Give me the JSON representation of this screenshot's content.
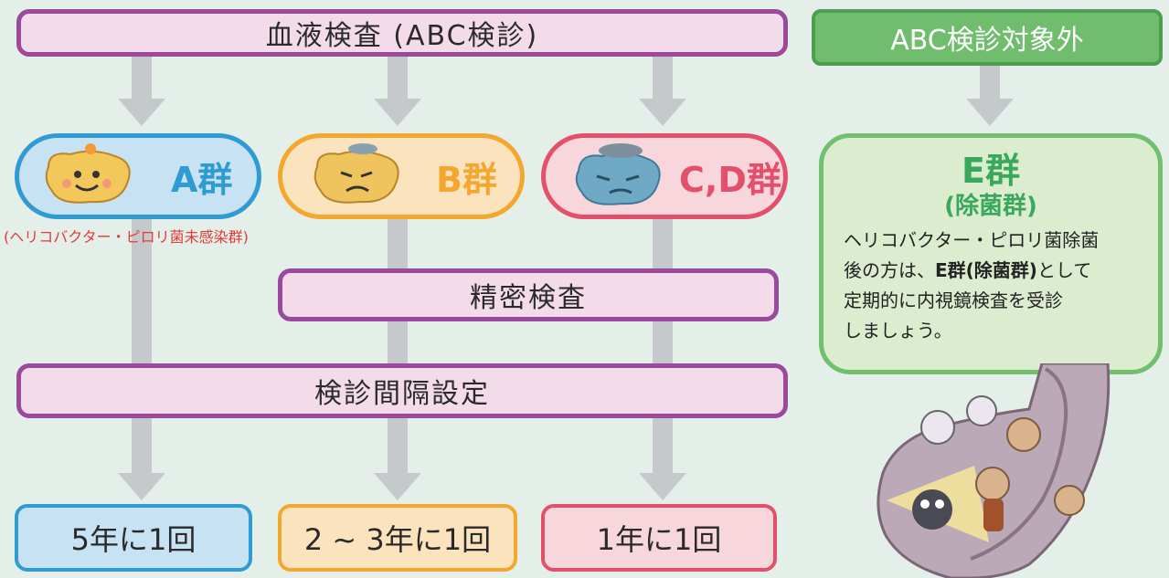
{
  "top_bar": {
    "label": "血液検査 (ABC検診)"
  },
  "groups": [
    {
      "label": "A群",
      "note": "(ヘリコバクター・ピロリ菌未感染群)",
      "color": "#2f9bd3"
    },
    {
      "label": "B群",
      "color": "#f3a72f"
    },
    {
      "label": "C,D群",
      "color": "#e4506b"
    }
  ],
  "precise_exam": {
    "label": "精密検査"
  },
  "interval_setting": {
    "label": "検診間隔設定"
  },
  "results": [
    {
      "label": "5年に1回"
    },
    {
      "label": "2 ~ 3年に1回"
    },
    {
      "label": "1年に1回"
    }
  ],
  "excluded": {
    "tab": "ABC検診対象外",
    "group_title": "E群",
    "group_subtitle": "(除菌群)",
    "desc_line1": "ヘリコバクター・ピロリ菌除菌",
    "desc_line2_a": "後の方は、",
    "desc_line2_bold": "E群(除菌群)",
    "desc_line2_b": "として",
    "desc_line3": "定期的に内視鏡検査を受診",
    "desc_line4": "しましょう。"
  },
  "colors": {
    "purple_border": "#9a4a9d",
    "pink_fill": "#f3dbe9",
    "blue": "#2f9bd3",
    "orange": "#f3a72f",
    "red": "#e4506b",
    "green": "#6fbd6d"
  },
  "icons": [
    "happy-stomach-icon",
    "worried-stomach-icon",
    "sick-stomach-icon",
    "endoscope-illustration"
  ]
}
